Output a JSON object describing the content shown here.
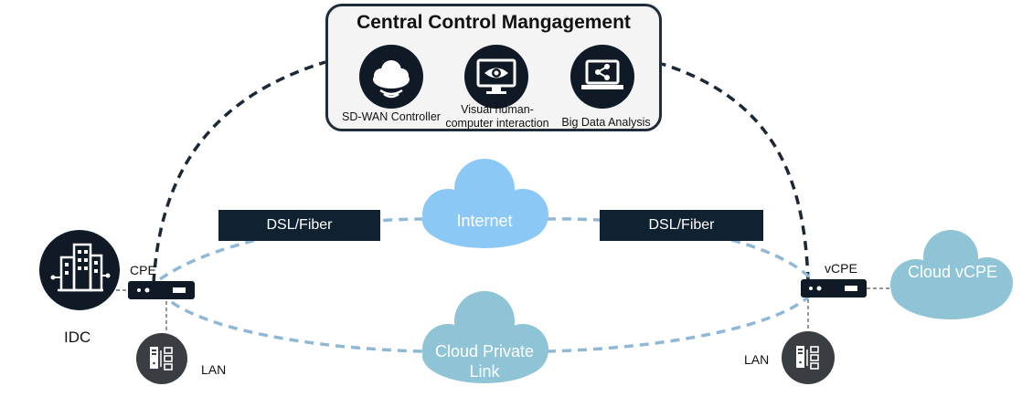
{
  "central_control": {
    "title": "Central Control Mangagement",
    "items": [
      {
        "label": "SD-WAN Controller",
        "icon": "cloud-signal-icon"
      },
      {
        "label": "Visual human-computer interaction",
        "icon": "monitor-eye-icon"
      },
      {
        "label": "Big Data Analysis",
        "icon": "laptop-share-icon"
      }
    ]
  },
  "links": {
    "left_dsl": "DSL/Fiber",
    "right_dsl": "DSL/Fiber",
    "internet": "Internet",
    "cloud_private_link": "Cloud Private Link"
  },
  "left_site": {
    "name": "IDC",
    "device": "CPE",
    "lan": "LAN"
  },
  "right_site": {
    "device": "vCPE",
    "lan": "LAN",
    "cloud": "Cloud vCPE"
  },
  "colors": {
    "dark_navy": "#0f1a26",
    "dashed_dark": "#1a2838",
    "dashed_light": "#8fb8d6",
    "internet_cloud": "#8cc8f5",
    "private_cloud": "#8ec4d6",
    "cloud_vcpe": "#8ec4d6"
  }
}
